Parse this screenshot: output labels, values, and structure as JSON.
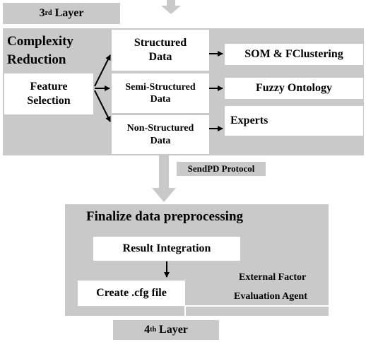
{
  "layer3": {
    "num": "3",
    "sup": "rd",
    "word": "Layer"
  },
  "complexity": {
    "line1": "Complexity",
    "line2": "Reduction"
  },
  "feature_selection": {
    "line1": "Feature",
    "line2": "Selection"
  },
  "structured": {
    "line1": "Structured",
    "line2": "Data"
  },
  "semi_structured": {
    "line1": "Semi-Structured",
    "line2": "Data"
  },
  "non_structured": {
    "line1": "Non-Structured",
    "line2": "Data"
  },
  "outputs": {
    "som": "SOM & FClustering",
    "fuzzy": "Fuzzy Ontology",
    "experts": "Experts"
  },
  "protocol": "SendPD Protocol",
  "finalize": "Finalize data preprocessing",
  "result_integration": "Result Integration",
  "create_cfg": "Create .cfg file",
  "external_factor": "External Factor",
  "evaluation_agent": "Evaluation Agent",
  "layer4": {
    "num": "4",
    "sup": "th",
    "word": "Layer"
  }
}
